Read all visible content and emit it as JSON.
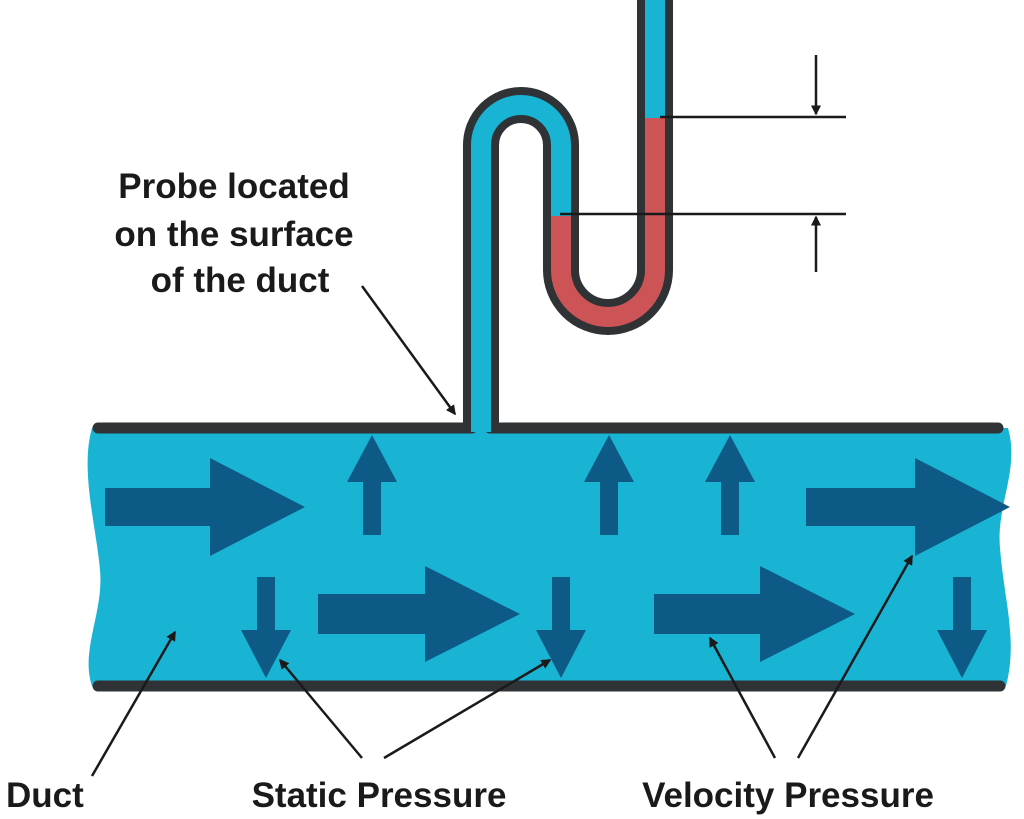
{
  "labels": {
    "probe_line1": "Probe located",
    "probe_line2": "on the surface",
    "probe_line3": "of the duct",
    "duct": "Duct",
    "static_pressure": "Static Pressure",
    "velocity_pressure": "Velocity Pressure"
  },
  "colors": {
    "duct_fill": "#19b3d4",
    "duct_outline": "#2f3336",
    "arrow_fill": "#0e5a86",
    "manometer_fluid": "#cc5457",
    "text": "#1a1a1a"
  },
  "icons": {
    "flow_arrow": "right-arrow-icon",
    "pressure_arrow_up": "up-arrow-icon",
    "pressure_arrow_down": "down-arrow-icon"
  }
}
